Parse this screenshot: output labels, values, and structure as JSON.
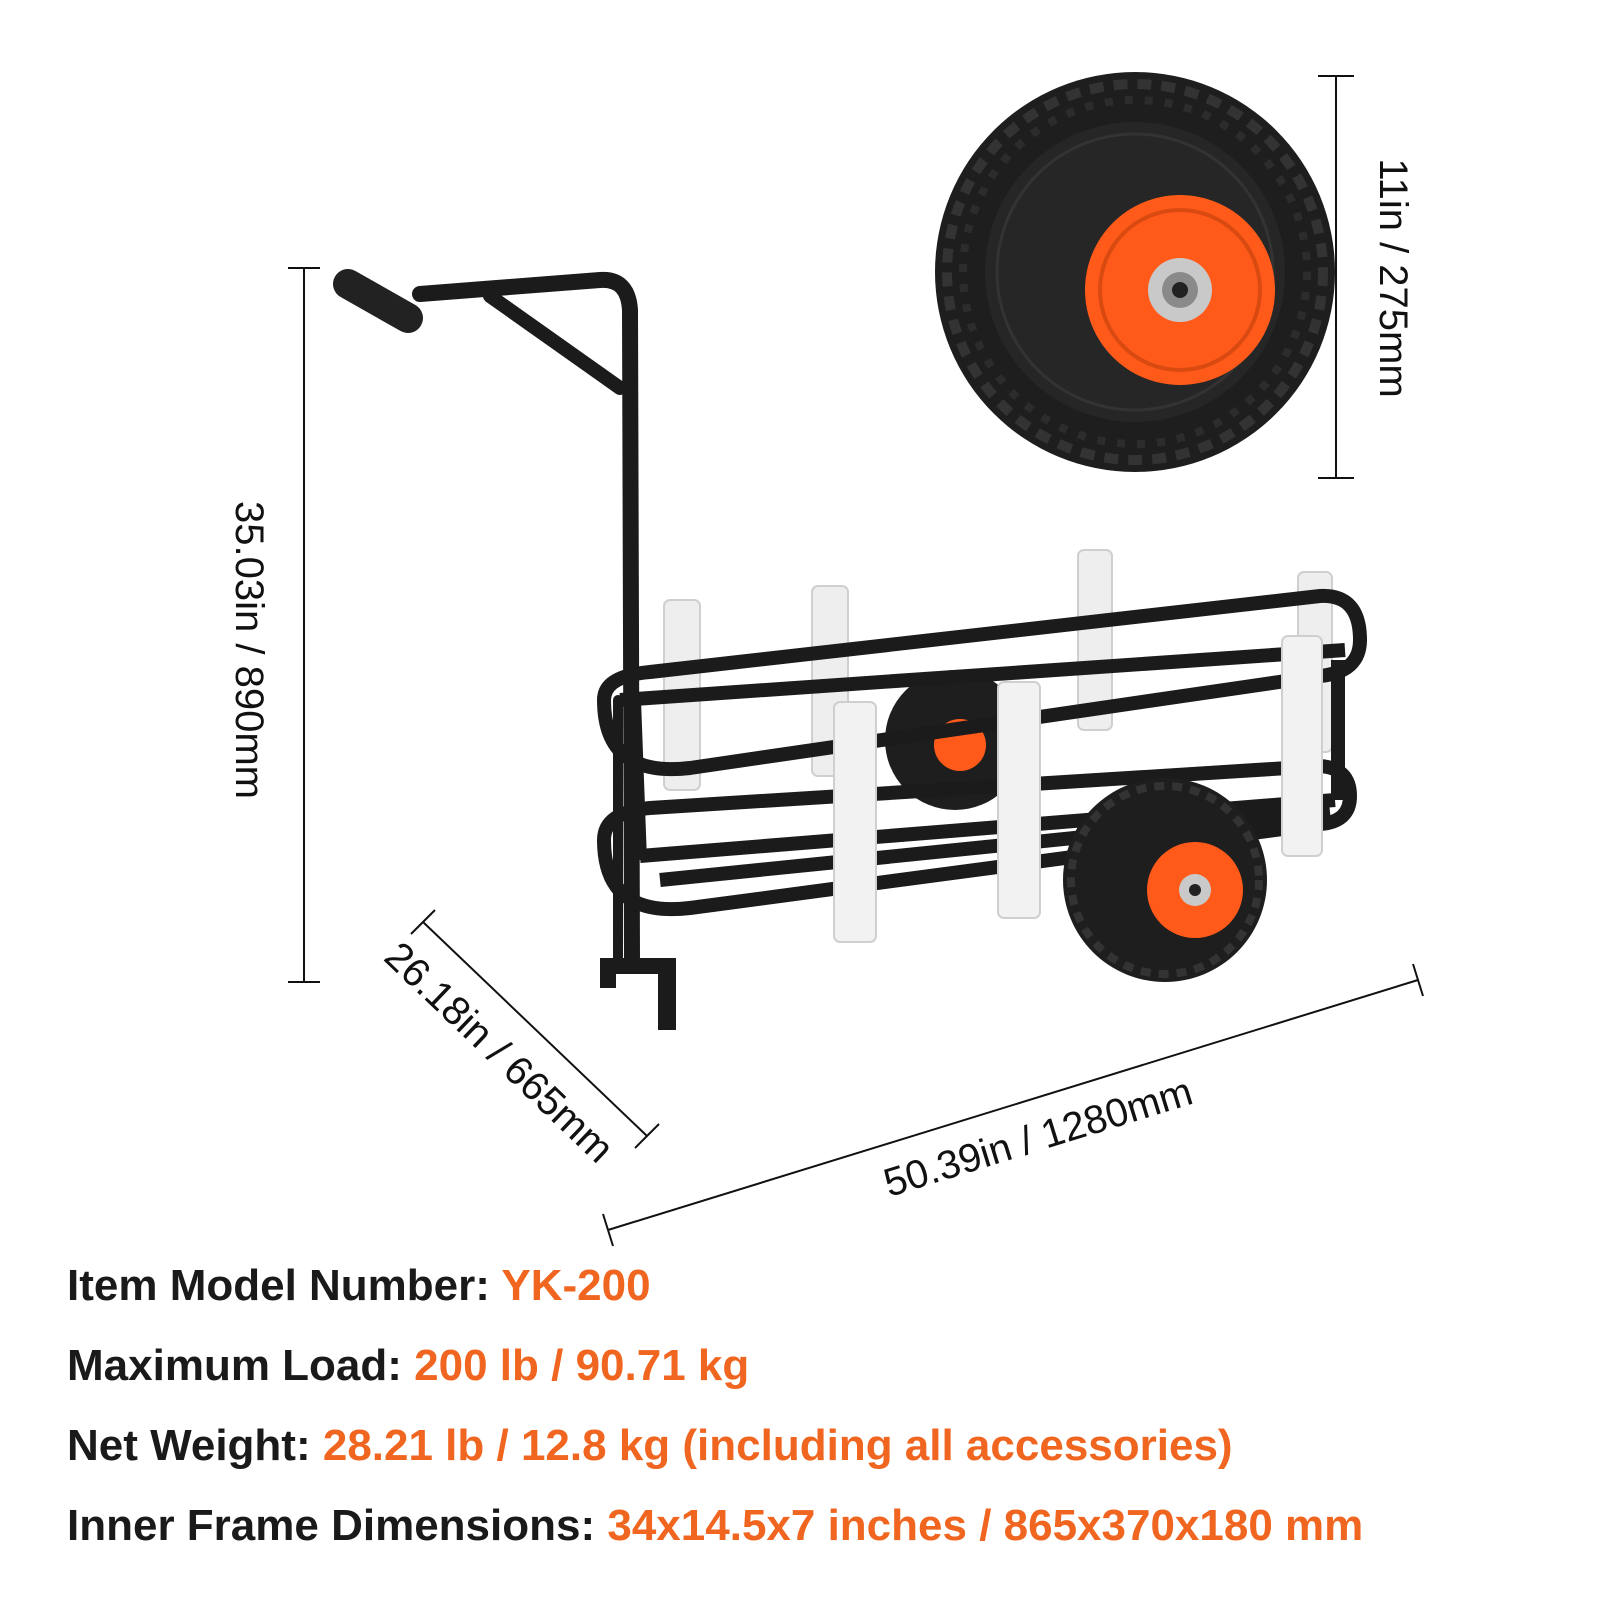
{
  "colors": {
    "accent": "#f0651f",
    "frame": "#1b1b1b",
    "tire": "#1e1e1e",
    "rod_holder": "#eeeeee",
    "hub": "#ff5a1a"
  },
  "dimensions": {
    "wheel_height": "11in / 275mm",
    "total_height": "35.03in / 890mm",
    "width": "26.18in / 665mm",
    "length": "50.39in / 1280mm"
  },
  "specs": [
    {
      "label": "Item Model Number:",
      "value": "YK-200"
    },
    {
      "label": "Maximum Load:",
      "value": "200 lb / 90.71 kg"
    },
    {
      "label": "Net Weight:",
      "value": "28.21 lb / 12.8 kg (including all accessories)"
    },
    {
      "label": "Inner Frame Dimensions:",
      "value": "34x14.5x7 inches / 865x370x180 mm"
    }
  ]
}
